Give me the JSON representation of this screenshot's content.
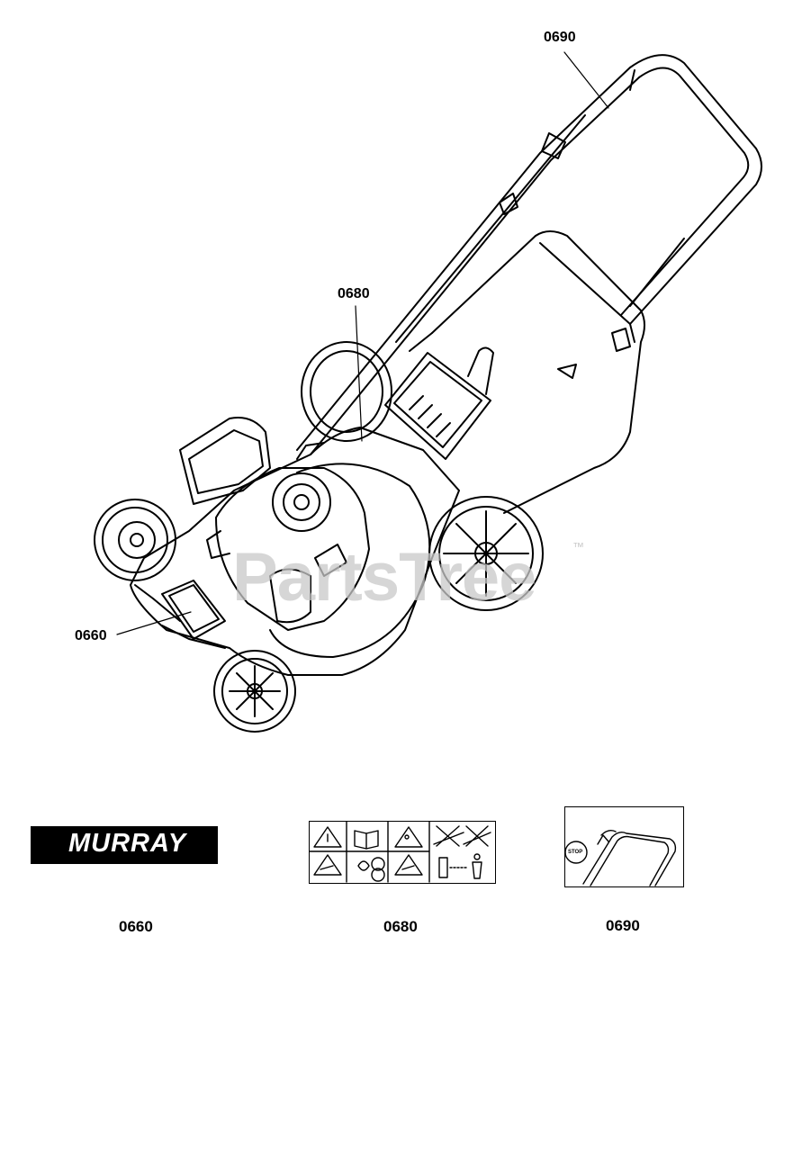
{
  "callouts": {
    "handle": "0690",
    "engine_label": "0680",
    "front_label": "0660"
  },
  "captions": {
    "murray_decal": "0660",
    "warning_decal": "0680",
    "stop_decal": "0690"
  },
  "decals": {
    "murray_brand": "MURRAY",
    "stop_word": "STOP"
  },
  "watermark": {
    "text": "PartsTree",
    "tm": "™"
  },
  "icons": [
    "warning-triangle-icon",
    "manual-book-icon",
    "thrown-object-icon",
    "no-slope-icon",
    "hand-blade-icon",
    "fire-hazard-icon",
    "foot-blade-icon",
    "bystander-distance-icon"
  ]
}
